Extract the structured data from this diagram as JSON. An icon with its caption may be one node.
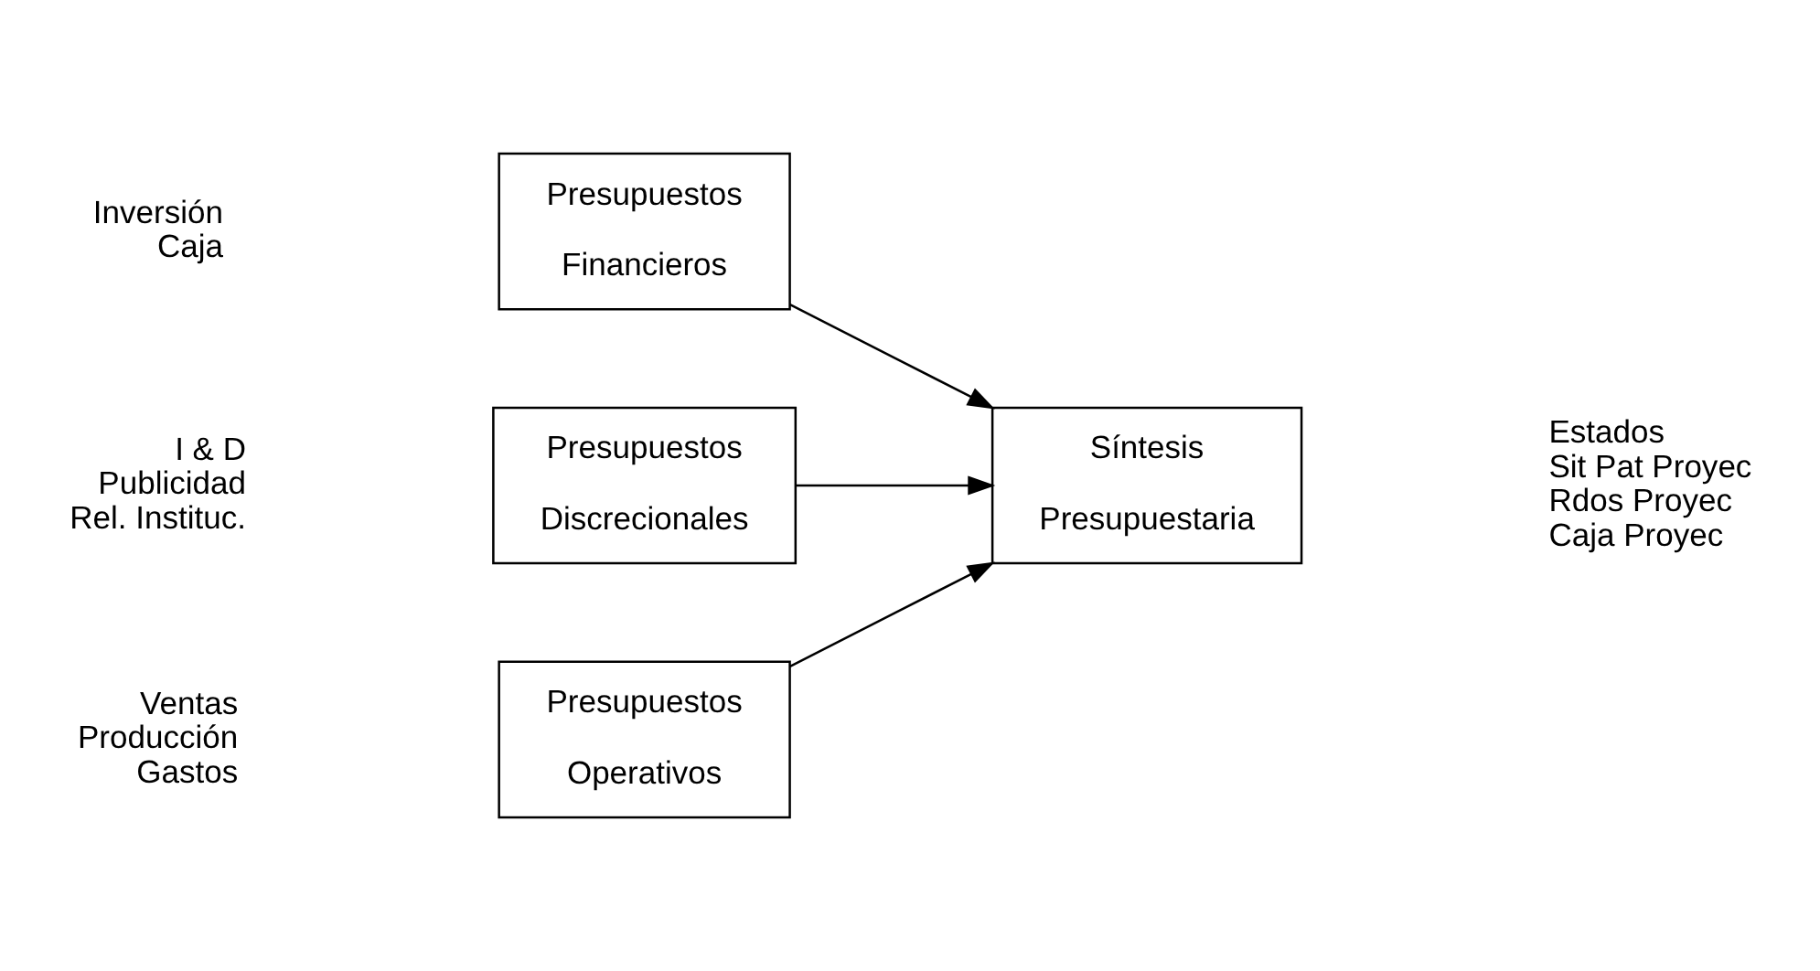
{
  "diagram": {
    "nodes": [
      {
        "text": [
          "Presupuestos",
          "Operativos"
        ],
        "beside": [
          "Ventas",
          "Producción",
          "Gastos"
        ]
      },
      {
        "text": [
          "Presupuestos",
          "Financieros"
        ],
        "beside": [
          "Inversión",
          "Caja"
        ]
      },
      {
        "text": [
          "Presupuestos",
          "Discrecionales"
        ],
        "beside": [
          "I & D",
          "Publicidad",
          "Rel. Instituc."
        ]
      },
      {
        "text": [
          "Síntesis",
          "Presupuestaria"
        ],
        "beside": [
          "Estados",
          "Sit Pat Proyec",
          "Rdos Proyec",
          "Caja Proyec"
        ]
      }
    ],
    "edges": [
      {
        "from": 0,
        "to": 3,
        "arrow": "to"
      },
      {
        "from": 1,
        "to": 3,
        "arrow": "to"
      },
      {
        "from": 2,
        "to": 3,
        "arrow": "to"
      }
    ]
  }
}
